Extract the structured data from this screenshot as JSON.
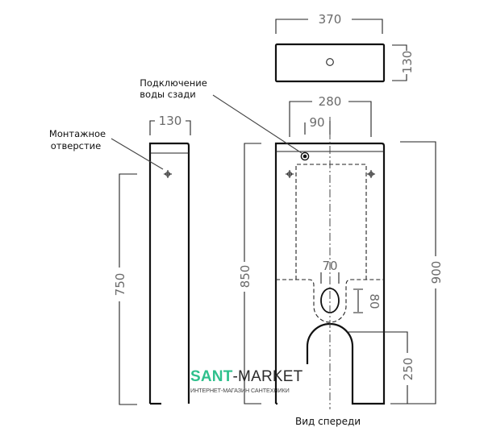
{
  "diagram": {
    "title_caption": "Вид спереди",
    "annotations": {
      "water_connection": [
        "Подключение",
        "воды сзади"
      ],
      "mounting_hole": [
        "Монтажное",
        "отверстие"
      ]
    },
    "dimensions": {
      "top_width": "370",
      "top_depth": "130",
      "front_width": "280",
      "inlet_offset": "90",
      "side_depth": "130",
      "side_height": "750",
      "front_left_height": "850",
      "front_total_height": "900",
      "outlet_width": "70",
      "outlet_height": "80",
      "cutout_height": "250"
    }
  },
  "branding": {
    "logo_part1": "SANT",
    "logo_part2": "-MARKET",
    "logo_tagline": "ИНТЕРНЕТ-МАГАЗИН САНТЕХНИКИ",
    "accent_color": "#2fc08d"
  }
}
